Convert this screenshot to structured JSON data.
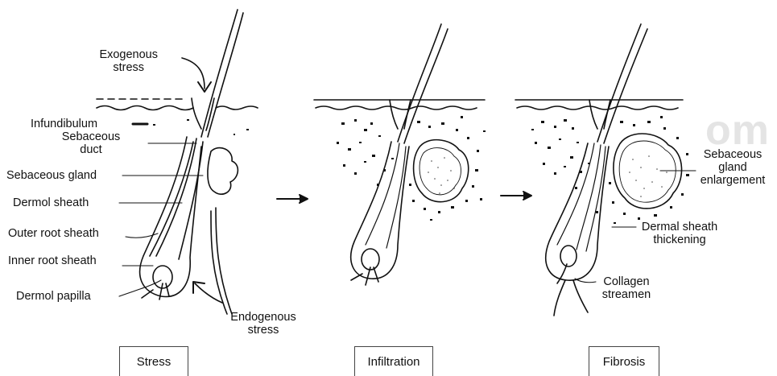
{
  "stages": [
    "Stress",
    "Infiltration",
    "Fibrosis"
  ],
  "labels": {
    "exogenous_stress": "Exogenous\nstress",
    "infundibulum": "Infundibulum",
    "sebaceous_duct": "Sebaceous\nduct",
    "sebaceous_gland": "Sebaceous gland",
    "dermal_sheath_left": "Dermol sheath",
    "outer_root_sheath": "Outer root sheath",
    "inner_root_sheath": "Inner root sheath",
    "dermal_papilla": "Dermol papilla",
    "endogenous_stress": "Endogenous\nstress",
    "gland_enlargement": "Sebaceous\ngland\nenlargement",
    "sheath_thickening": "Dermal sheath\nthickening",
    "collagen_streamen": "Collagen\nstreamen"
  },
  "watermark": "om"
}
